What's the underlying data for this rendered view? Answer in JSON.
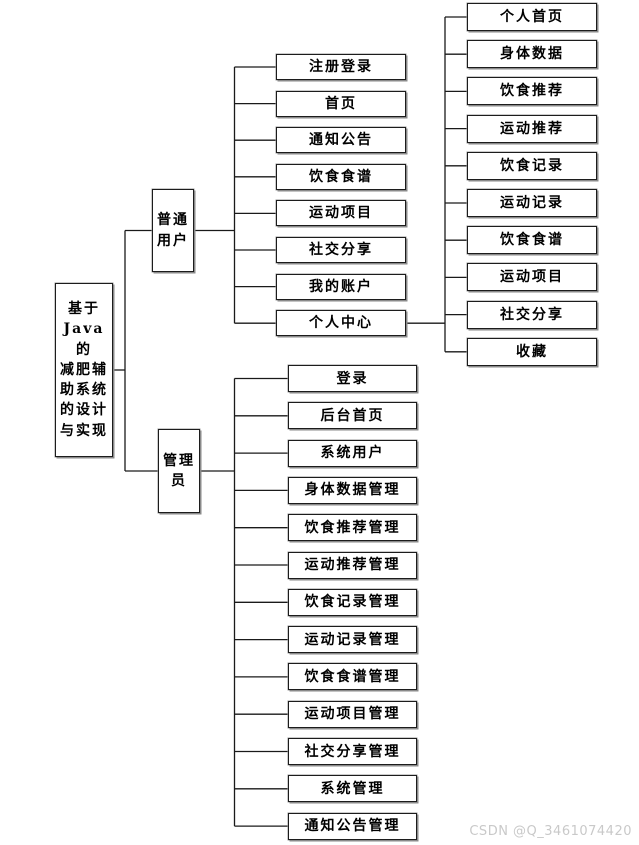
{
  "diagram": {
    "root": {
      "label": "基于Java的减肥辅助系统的设计与实现",
      "display_lines": [
        "基于",
        "Java的",
        "减肥辅",
        "助系统",
        "的设计",
        "与实现"
      ]
    },
    "branches": [
      {
        "id": "user",
        "label": "普通用户",
        "display_lines": [
          "普通",
          "用户"
        ],
        "children": [
          "注册登录",
          "首页",
          "通知公告",
          "饮食食谱",
          "运动项目",
          "社交分享",
          "我的账户",
          "个人中心"
        ],
        "subtree": {
          "parent_label": "个人中心",
          "children": [
            "个人首页",
            "身体数据",
            "饮食推荐",
            "运动推荐",
            "饮食记录",
            "运动记录",
            "饮食食谱",
            "运动项目",
            "社交分享",
            "收藏"
          ]
        }
      },
      {
        "id": "admin",
        "label": "管理员",
        "display_lines": [
          "管理",
          "员"
        ],
        "children": [
          "登录",
          "后台首页",
          "系统用户",
          "身体数据管理",
          "饮食推荐管理",
          "运动推荐管理",
          "饮食记录管理",
          "运动记录管理",
          "饮食食谱管理",
          "运动项目管理",
          "社交分享管理",
          "系统管理",
          "通知公告管理"
        ]
      }
    ]
  },
  "watermark": "CSDN @Q_3461074420",
  "colors": {
    "line": "#1a1a1a",
    "box_border": "#1c1c1c",
    "box_shadow": "#8a8a8a",
    "text": "#000000",
    "watermark": "#c9c9c9",
    "background": "#ffffff"
  }
}
